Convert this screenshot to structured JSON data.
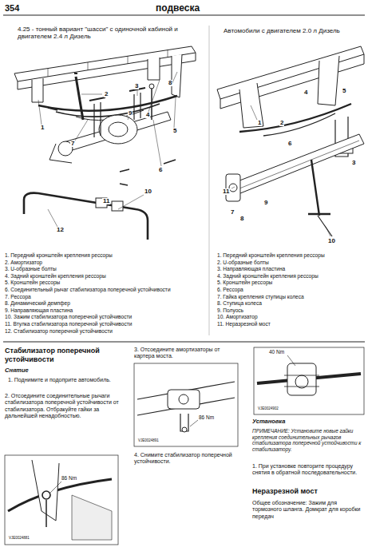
{
  "diagram": {
    "title": "подвеска",
    "labels": [
      "354",
      "4.25 - тонный вариант \"шасси\" с одиночной кабиной и двигателем 2.4 л Дизель",
      "Автомобили с двигателем 2.0 л Дизель",
      "1",
      "2",
      "3",
      "4",
      "5",
      "6",
      "7",
      "8",
      "9",
      "10",
      "11",
      "12",
      "1",
      "2",
      "3",
      "4",
      "5",
      "6",
      "7",
      "8",
      "9",
      "10",
      "11",
      "1. Передний кронштейн крепления рессоры",
      "2. Амортизатор",
      "3. U-образные болты",
      "4. Задний кронштейн крепления рессоры",
      "5. Кронштейн рессоры",
      "6. Соединительный рычаг стабилизатора поперечной устойчивости",
      "7. Рессора",
      "8. Динамический демпфер",
      "9. Направляющая пластина",
      "10. Зажим стабилизатора поперечной устойчивости",
      "11. Втулка стабилизатора поперечной устойчивости",
      "12. Стабилизатор поперечной устойчивости",
      "1. Передний кронштейн крепления рессоры",
      "2. U-образные болты",
      "3. Направляющая пластина",
      "4. Задний кронштейн крепления рессоры",
      "5. Кронштейн рессоры",
      "6. Рессора",
      "7. Гайка крепления ступицы колеса",
      "8. Ступица колеса",
      "9. Полуось",
      "10. Амортизатор",
      "11. Неразрезной мост",
      "Стабилизатор поперечной устойчивости",
      "Снятие",
      "1. Поднимите и подоприте автомобиль.",
      "2. Отсоедините соединительные рычаги стабилизатора поперечной устойчивости от стабилизатора. Отбракуйте гайки за дальнейшей ненадобностью.",
      "86 Nm",
      "VJE0024881",
      "3. Отсоедините амортизаторы от картера моста.",
      "86 Nm",
      "VJE0024891",
      "4. Снимите стабилизатор поперечной устойчивости.",
      "40 Nm",
      "VJE0024902",
      "Установка",
      "ПРИМЕЧАНИЕ: Установите новые гайки крепления соединительных рычагов стабилизатора поперечной устойчивости к стабилизатору.",
      "1. При установке повторите процедуру снятия в обратной последовательности.",
      "Неразрезной мост",
      "Общее обозначение: Зажим для тормозного шланга. Домкрат для коробки передач"
    ]
  }
}
